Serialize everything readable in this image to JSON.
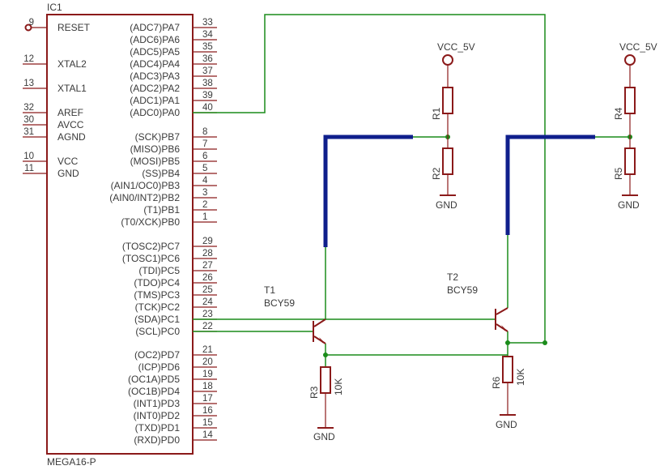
{
  "ic": {
    "ref": "IC1",
    "part": "MEGA16-P",
    "left_pins": [
      {
        "num": "9",
        "name": "RESET"
      },
      {
        "num": "12",
        "name": "XTAL2"
      },
      {
        "num": "13",
        "name": "XTAL1"
      },
      {
        "num": "32",
        "name": "AREF"
      },
      {
        "num": "30",
        "name": "AVCC"
      },
      {
        "num": "31",
        "name": "AGND"
      },
      {
        "num": "10",
        "name": "VCC"
      },
      {
        "num": "11",
        "name": "GND"
      }
    ],
    "right_pins": [
      {
        "num": "33",
        "name": "(ADC7)PA7"
      },
      {
        "num": "34",
        "name": "(ADC6)PA6"
      },
      {
        "num": "35",
        "name": "(ADC5)PA5"
      },
      {
        "num": "36",
        "name": "(ADC4)PA4"
      },
      {
        "num": "37",
        "name": "(ADC3)PA3"
      },
      {
        "num": "38",
        "name": "(ADC2)PA2"
      },
      {
        "num": "39",
        "name": "(ADC1)PA1"
      },
      {
        "num": "40",
        "name": "(ADC0)PA0"
      },
      {
        "num": "8",
        "name": "(SCK)PB7"
      },
      {
        "num": "7",
        "name": "(MISO)PB6"
      },
      {
        "num": "6",
        "name": "(MOSI)PB5"
      },
      {
        "num": "5",
        "name": "(SS)PB4"
      },
      {
        "num": "4",
        "name": "(AIN1/OC0)PB3"
      },
      {
        "num": "3",
        "name": "(AIN0/INT2)PB2"
      },
      {
        "num": "2",
        "name": "(T1)PB1"
      },
      {
        "num": "1",
        "name": "(T0/XCK)PB0"
      },
      {
        "num": "29",
        "name": "(TOSC2)PC7"
      },
      {
        "num": "28",
        "name": "(TOSC1)PC6"
      },
      {
        "num": "27",
        "name": "(TDI)PC5"
      },
      {
        "num": "26",
        "name": "(TDO)PC4"
      },
      {
        "num": "25",
        "name": "(TMS)PC3"
      },
      {
        "num": "24",
        "name": "(TCK)PC2"
      },
      {
        "num": "23",
        "name": "(SDA)PC1"
      },
      {
        "num": "22",
        "name": "(SCL)PC0"
      },
      {
        "num": "21",
        "name": "(OC2)PD7"
      },
      {
        "num": "20",
        "name": "(ICP)PD6"
      },
      {
        "num": "19",
        "name": "(OC1A)PD5"
      },
      {
        "num": "18",
        "name": "(OC1B)PD4"
      },
      {
        "num": "17",
        "name": "(INT1)PD3"
      },
      {
        "num": "16",
        "name": "(INT0)PD2"
      },
      {
        "num": "15",
        "name": "(TXD)PD1"
      },
      {
        "num": "14",
        "name": "(RXD)PD0"
      }
    ]
  },
  "supplies": {
    "vcc1": "VCC_5V",
    "vcc2": "VCC_5V",
    "gnd_r2": "GND",
    "gnd_r5": "GND",
    "gnd_r3": "GND",
    "gnd_r6": "GND"
  },
  "resistors": {
    "r1": "R1",
    "r2": "R2",
    "r3": {
      "ref": "R3",
      "value": "10K"
    },
    "r4": "R4",
    "r5": "R5",
    "r6": {
      "ref": "R6",
      "value": "10K"
    }
  },
  "transistors": {
    "t1": {
      "ref": "T1",
      "part": "BCY59"
    },
    "t2": {
      "ref": "T2",
      "part": "BCY59"
    }
  },
  "colors": {
    "part": "#8b1a1a",
    "wire": "#1a8c1a",
    "bus": "#0f1f8c",
    "text": "#3a3a3a"
  }
}
